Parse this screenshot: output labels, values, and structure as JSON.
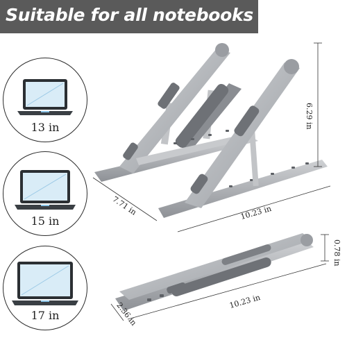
{
  "banner": {
    "title": "Suitable for all notebooks"
  },
  "sizes": [
    {
      "label": "13 in"
    },
    {
      "label": "15 in"
    },
    {
      "label": "17 in"
    }
  ],
  "dimensions": {
    "height_open": "6.29 in",
    "depth_open": "7.71 in",
    "width_open": "10.23 in",
    "height_folded": "0.78 in",
    "width_folded": "10.23 in",
    "depth_folded": "2.36 in"
  },
  "colors": {
    "banner": "#5a5a5a",
    "aluminum": "#b9bcc0",
    "pad": "#6e7176",
    "laptop_frame": "#2b2f33",
    "laptop_screen": "#d9ecf7"
  }
}
